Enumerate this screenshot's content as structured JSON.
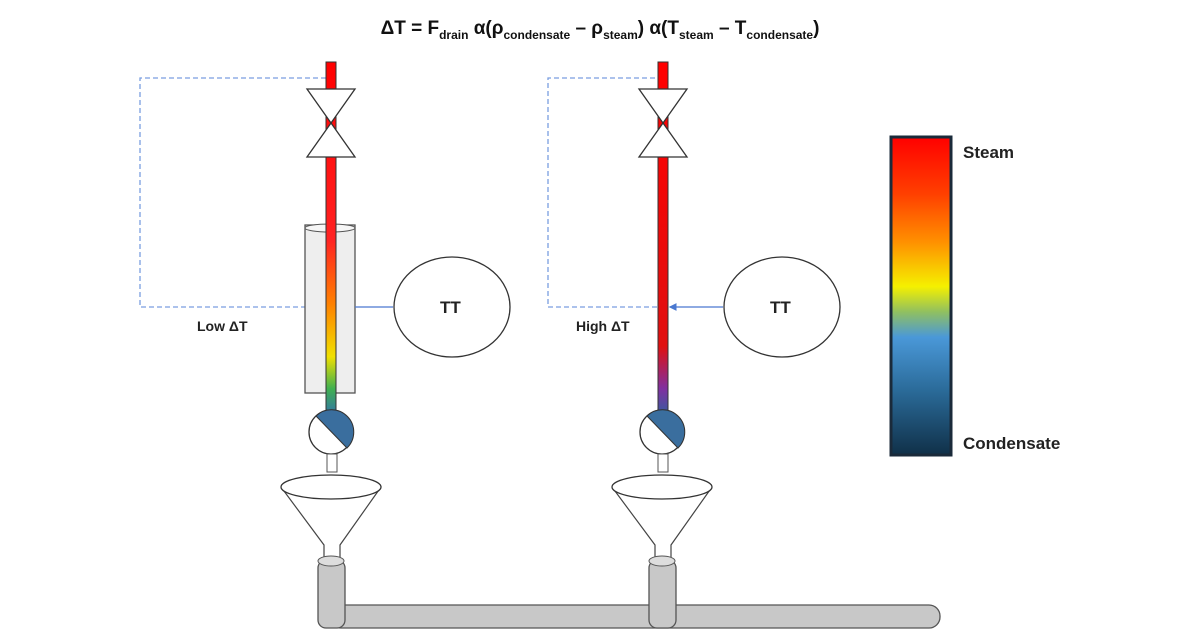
{
  "equation": {
    "lhs": "ΔT",
    "equals": " = ",
    "f": "F",
    "f_sub": "drain",
    "alpha1": " α(ρ",
    "rho1_sub": "condensate",
    "minus1": " – ρ",
    "rho2_sub": "steam",
    "alpha2": ") α(T",
    "t1_sub": "steam",
    "minus2": " – T",
    "t2_sub": "condensate",
    "close": ")"
  },
  "left_unit": {
    "label": "Low ΔT",
    "transmitter": "TT"
  },
  "right_unit": {
    "label": "High ΔT",
    "transmitter": "TT"
  },
  "legend": {
    "top_label": "Steam",
    "bottom_label": "Condensate"
  },
  "colors": {
    "steam": "#ff0000",
    "condensate": "#0f3550",
    "feedback": "#4a78d0"
  }
}
